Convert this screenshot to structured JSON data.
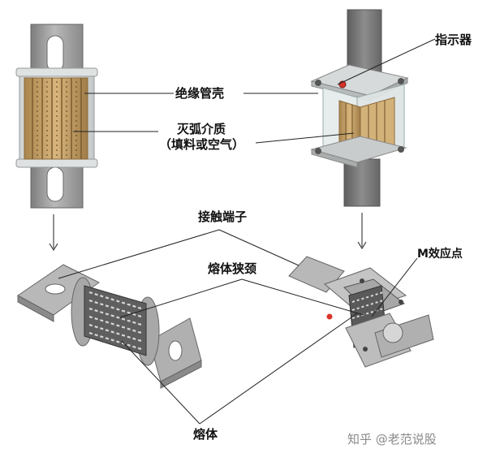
{
  "labels": {
    "indicator": "指示器",
    "insulating_tube": "绝缘管壳",
    "arc_medium_line1": "灭弧介质",
    "arc_medium_line2": "（填料或空气）",
    "contact_terminal": "接触端子",
    "fuse_neck": "熔体狭颈",
    "m_effect_point": "M效应点",
    "fuse_element": "熔体"
  },
  "watermark": "知乎 @老范说股",
  "colors": {
    "metal": "#9a9a9a",
    "metal_dark": "#6e6e6e",
    "metal_light": "#cfcfcf",
    "element_gold": "#c9a66b",
    "tube_white": "#eef0f0",
    "indicator_red": "#d9342b",
    "line": "#222222"
  }
}
